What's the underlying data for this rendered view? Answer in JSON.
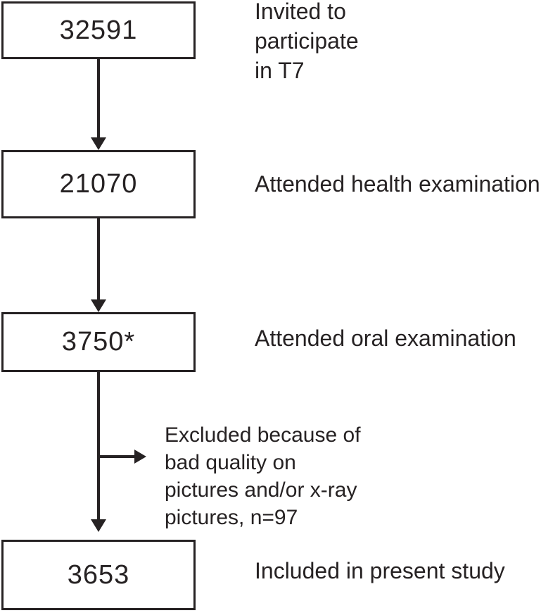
{
  "figure": {
    "type": "participant-flow-diagram",
    "background_color": "#ffffff",
    "ink_color": "#262223",
    "steps": [
      {
        "value": "32591",
        "label": "Invited to\nparticipate\nin T7"
      },
      {
        "value": "21070",
        "label": "Attended health examination"
      },
      {
        "value": "3750*",
        "label": "Attended oral examination"
      },
      {
        "value": "3653",
        "label": "Included in present study"
      }
    ],
    "exclusion_note": "Excluded because of\nbad quality on\npictures and/or x-ray\npictures, n=97"
  }
}
